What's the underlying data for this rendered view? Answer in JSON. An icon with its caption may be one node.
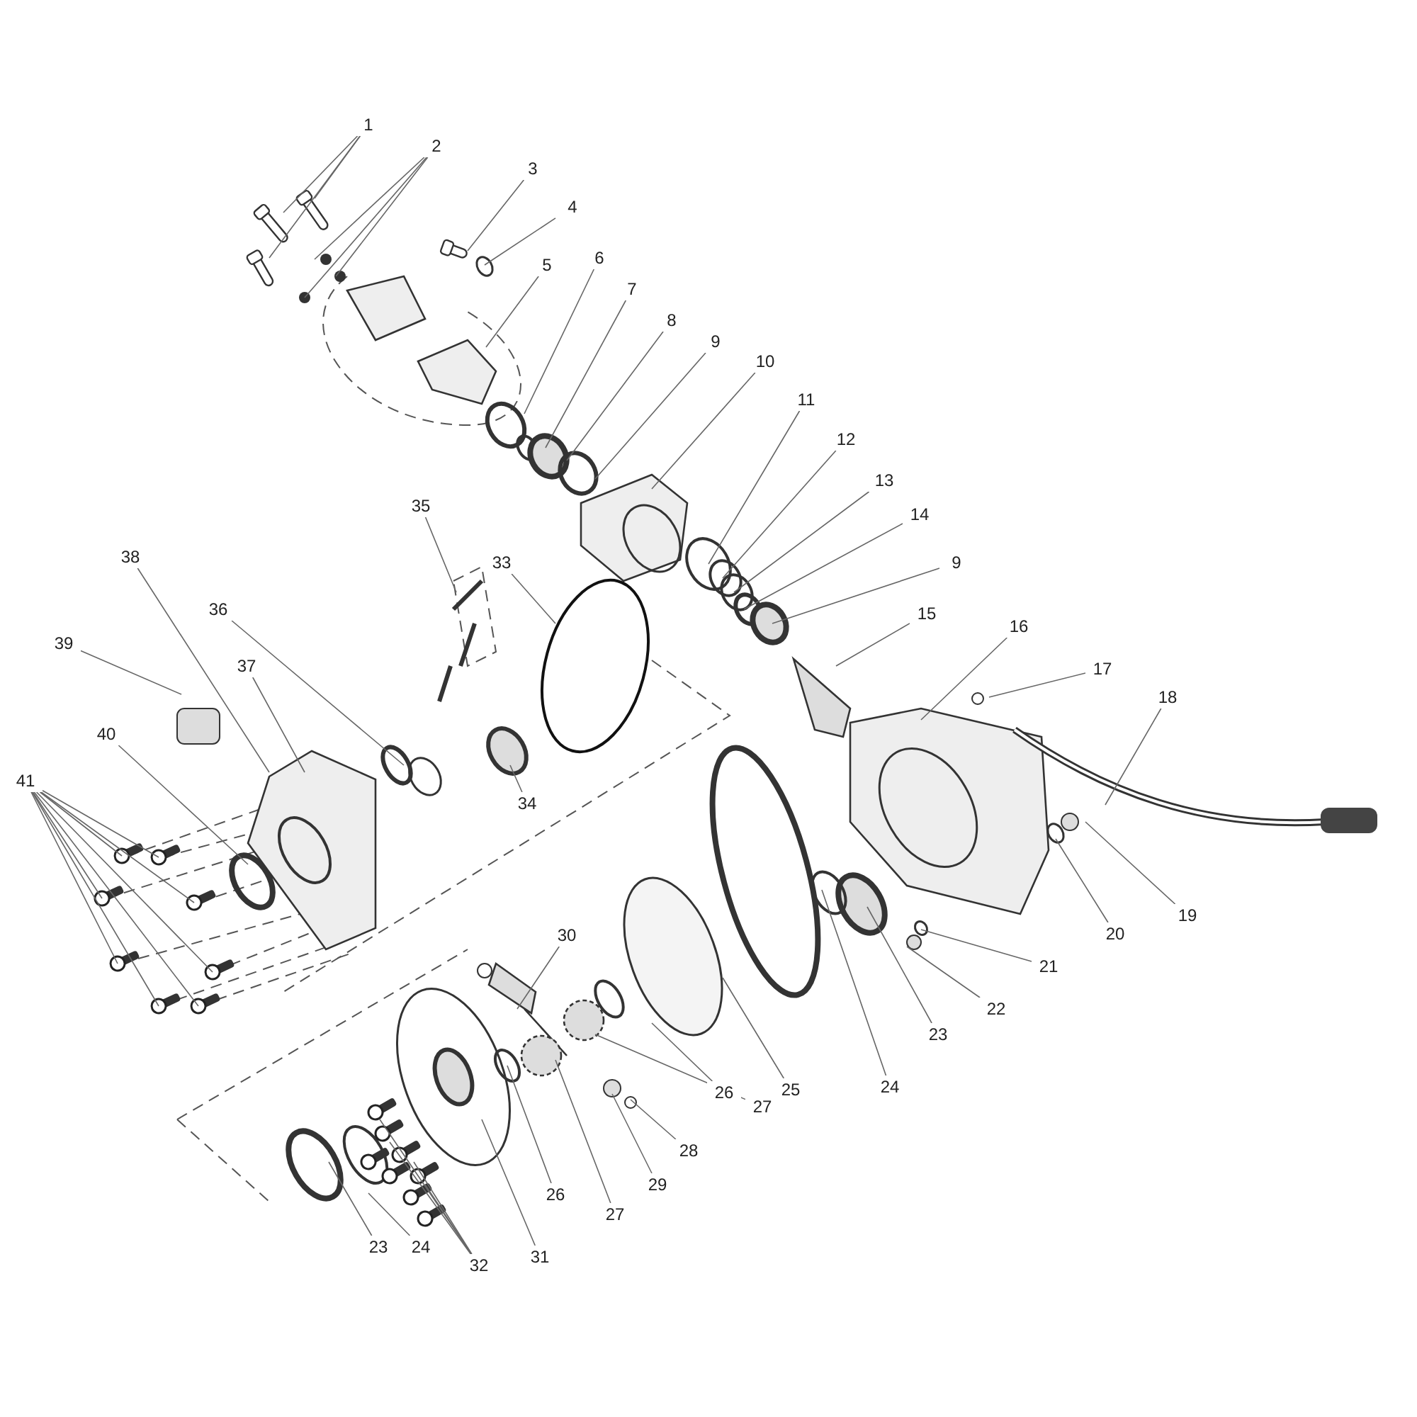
{
  "diagram": {
    "nodes": [
      {
        "text": [
          "1"
        ]
      },
      {
        "text": [
          "2"
        ]
      },
      {
        "text": [
          "3"
        ]
      },
      {
        "text": [
          "4"
        ]
      },
      {
        "text": [
          "5"
        ]
      },
      {
        "text": [
          "6"
        ]
      },
      {
        "text": [
          "7"
        ]
      },
      {
        "text": [
          "8"
        ]
      },
      {
        "text": [
          "9"
        ]
      },
      {
        "text": [
          "10"
        ]
      },
      {
        "text": [
          "11"
        ]
      },
      {
        "text": [
          "12"
        ]
      },
      {
        "text": [
          "13"
        ]
      },
      {
        "text": [
          "14"
        ]
      },
      {
        "text": [
          "9"
        ]
      },
      {
        "text": [
          "15"
        ]
      },
      {
        "text": [
          "16"
        ]
      },
      {
        "text": [
          "17"
        ]
      },
      {
        "text": [
          "18"
        ]
      },
      {
        "text": [
          "35"
        ]
      },
      {
        "text": [
          "33"
        ]
      },
      {
        "text": [
          "36"
        ]
      },
      {
        "text": [
          "38"
        ]
      },
      {
        "text": [
          "39"
        ]
      },
      {
        "text": [
          "37"
        ]
      },
      {
        "text": [
          "40"
        ]
      },
      {
        "text": [
          "41"
        ]
      },
      {
        "text": [
          "34"
        ]
      },
      {
        "text": [
          "19"
        ]
      },
      {
        "text": [
          "20"
        ]
      },
      {
        "text": [
          "21"
        ]
      },
      {
        "text": [
          "22"
        ]
      },
      {
        "text": [
          "30"
        ]
      },
      {
        "text": [
          "23"
        ]
      },
      {
        "text": [
          "24"
        ]
      },
      {
        "text": [
          "25"
        ]
      },
      {
        "text": [
          "26"
        ]
      },
      {
        "text": [
          "27"
        ]
      },
      {
        "text": [
          "28"
        ]
      },
      {
        "text": [
          "29"
        ]
      },
      {
        "text": [
          "26"
        ]
      },
      {
        "text": [
          "27"
        ]
      },
      {
        "text": [
          "31"
        ]
      },
      {
        "text": [
          "23"
        ]
      },
      {
        "text": [
          "24"
        ]
      },
      {
        "text": [
          "32"
        ]
      }
    ],
    "edges": [
      {
        "from": 0,
        "to": null,
        "arrow": "none"
      },
      {
        "from": 0,
        "to": null,
        "arrow": "none"
      },
      {
        "from": 0,
        "to": null,
        "arrow": "none"
      },
      {
        "from": 1,
        "to": null,
        "arrow": "none"
      },
      {
        "from": 1,
        "to": null,
        "arrow": "none"
      },
      {
        "from": 1,
        "to": null,
        "arrow": "none"
      },
      {
        "from": 2,
        "to": null,
        "arrow": "none"
      },
      {
        "from": 3,
        "to": null,
        "arrow": "none"
      },
      {
        "from": 4,
        "to": null,
        "arrow": "none"
      },
      {
        "from": 5,
        "to": null,
        "arrow": "none"
      },
      {
        "from": 6,
        "to": null,
        "arrow": "none"
      },
      {
        "from": 7,
        "to": null,
        "arrow": "none"
      },
      {
        "from": 8,
        "to": null,
        "arrow": "none"
      },
      {
        "from": 9,
        "to": null,
        "arrow": "none"
      },
      {
        "from": 10,
        "to": null,
        "arrow": "none"
      },
      {
        "from": 11,
        "to": null,
        "arrow": "none"
      },
      {
        "from": 12,
        "to": null,
        "arrow": "none"
      },
      {
        "from": 13,
        "to": null,
        "arrow": "none"
      },
      {
        "from": 14,
        "to": null,
        "arrow": "none"
      },
      {
        "from": 15,
        "to": null,
        "arrow": "none"
      },
      {
        "from": 16,
        "to": null,
        "arrow": "none"
      },
      {
        "from": 17,
        "to": null,
        "arrow": "none"
      },
      {
        "from": 18,
        "to": null,
        "arrow": "none"
      },
      {
        "from": 19,
        "to": null,
        "arrow": "none"
      },
      {
        "from": 20,
        "to": null,
        "arrow": "none"
      },
      {
        "from": 21,
        "to": null,
        "arrow": "none"
      },
      {
        "from": 22,
        "to": null,
        "arrow": "none"
      },
      {
        "from": 23,
        "to": null,
        "arrow": "none"
      },
      {
        "from": 24,
        "to": null,
        "arrow": "none"
      },
      {
        "from": 25,
        "to": null,
        "arrow": "none"
      },
      {
        "from": 26,
        "to": null,
        "arrow": "none"
      },
      {
        "from": 26,
        "to": null,
        "arrow": "none"
      },
      {
        "from": 26,
        "to": null,
        "arrow": "none"
      },
      {
        "from": 26,
        "to": null,
        "arrow": "none"
      },
      {
        "from": 26,
        "to": null,
        "arrow": "none"
      },
      {
        "from": 26,
        "to": null,
        "arrow": "none"
      },
      {
        "from": 26,
        "to": null,
        "arrow": "none"
      },
      {
        "from": 26,
        "to": null,
        "arrow": "none"
      },
      {
        "from": 27,
        "to": null,
        "arrow": "none"
      },
      {
        "from": 28,
        "to": null,
        "arrow": "none"
      },
      {
        "from": 29,
        "to": null,
        "arrow": "none"
      },
      {
        "from": 30,
        "to": null,
        "arrow": "none"
      },
      {
        "from": 31,
        "to": null,
        "arrow": "none"
      },
      {
        "from": 32,
        "to": null,
        "arrow": "none"
      },
      {
        "from": 33,
        "to": null,
        "arrow": "none"
      },
      {
        "from": 34,
        "to": null,
        "arrow": "none"
      },
      {
        "from": 35,
        "to": null,
        "arrow": "none"
      },
      {
        "from": 36,
        "to": null,
        "arrow": "none"
      },
      {
        "from": 37,
        "to": null,
        "arrow": "none"
      },
      {
        "from": 38,
        "to": null,
        "arrow": "none"
      },
      {
        "from": 39,
        "to": null,
        "arrow": "none"
      },
      {
        "from": 40,
        "to": null,
        "arrow": "none"
      },
      {
        "from": 41,
        "to": null,
        "arrow": "none"
      },
      {
        "from": 42,
        "to": null,
        "arrow": "none"
      },
      {
        "from": 43,
        "to": null,
        "arrow": "none"
      },
      {
        "from": 44,
        "to": null,
        "arrow": "none"
      },
      {
        "from": 45,
        "to": null,
        "arrow": "none"
      },
      {
        "from": 45,
        "to": null,
        "arrow": "none"
      },
      {
        "from": 45,
        "to": null,
        "arrow": "none"
      },
      {
        "from": 45,
        "to": null,
        "arrow": "none"
      }
    ]
  }
}
